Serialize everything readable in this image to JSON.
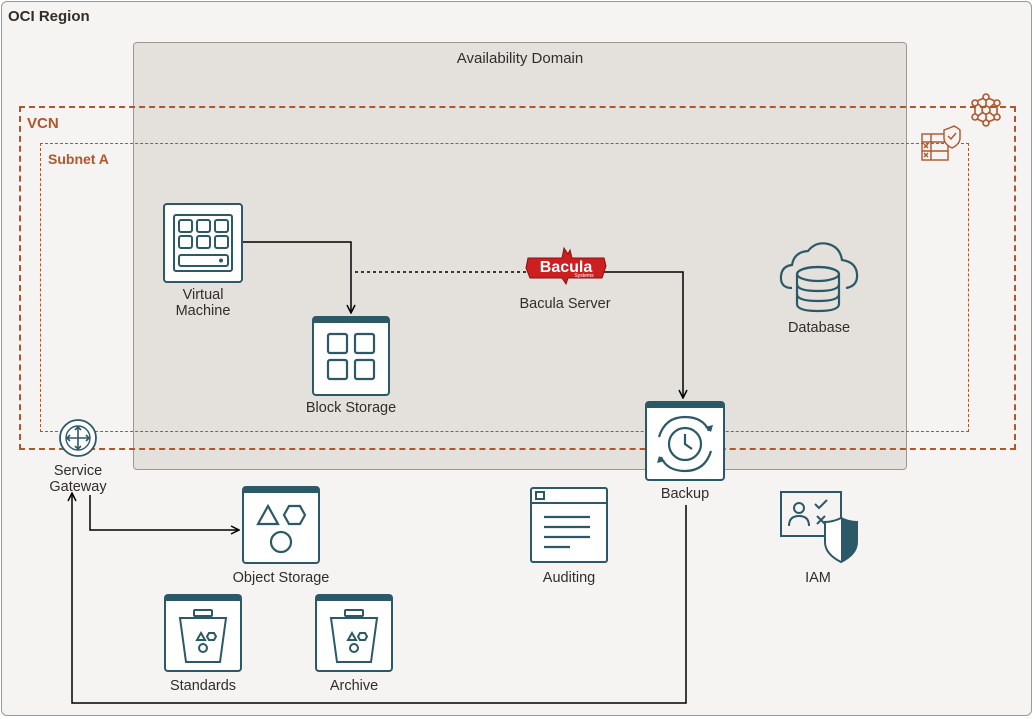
{
  "region": {
    "title": "OCI Region"
  },
  "availability_domain": {
    "title": "Availability Domain"
  },
  "vcn": {
    "title": "VCN"
  },
  "subnet": {
    "title": "Subnet A"
  },
  "nodes": {
    "vm": {
      "line1": "Virtual",
      "line2": "Machine"
    },
    "block_storage": {
      "label": "Block Storage"
    },
    "bacula": {
      "label": "Bacula Server",
      "logo_text": "Bacula",
      "logo_sub": "Systems"
    },
    "database": {
      "label": "Database"
    },
    "backup": {
      "label": "Backup"
    },
    "service_gateway": {
      "line1": "Service",
      "line2": "Gateway"
    },
    "object_storage": {
      "label": "Object Storage"
    },
    "auditing": {
      "label": "Auditing"
    },
    "iam": {
      "label": "IAM"
    },
    "standards": {
      "label": "Standards"
    },
    "archive": {
      "label": "Archive"
    }
  },
  "colors": {
    "icon": "#2c5967",
    "vcn": "#ae562c",
    "bacula_red": "#cc1f1f"
  }
}
